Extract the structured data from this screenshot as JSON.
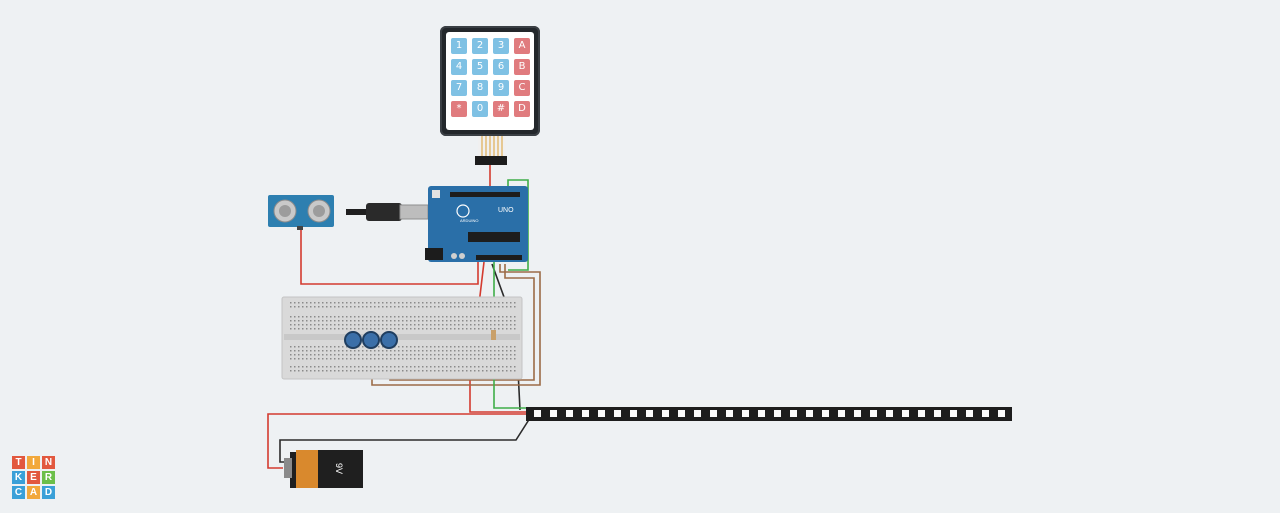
{
  "app": {
    "logo_letters": [
      "T",
      "I",
      "N",
      "K",
      "E",
      "R",
      "C",
      "A",
      "D"
    ],
    "logo_colors": [
      "#e2583e",
      "#f2a83b",
      "#e2583e",
      "#3aa0d8",
      "#e2583e",
      "#6cbf4a",
      "#3aa0d8",
      "#f2a83b",
      "#3aa0d8"
    ]
  },
  "keypad": {
    "keys": [
      "1",
      "2",
      "3",
      "A",
      "4",
      "5",
      "6",
      "B",
      "7",
      "8",
      "9",
      "C",
      "*",
      "0",
      "#",
      "D"
    ]
  },
  "arduino": {
    "model": "UNO",
    "brand": "ARDUINO"
  },
  "battery": {
    "label": "9V"
  },
  "colors": {
    "background": "#eef1f3",
    "board": "#2a6fa8",
    "breadboard": "#d9d9d9",
    "wire_red": "#d43b2f",
    "wire_green": "#3fae49",
    "wire_brown": "#9c6b47",
    "wire_black": "#2b2b2b",
    "led_strip": "#1d1d1d"
  }
}
